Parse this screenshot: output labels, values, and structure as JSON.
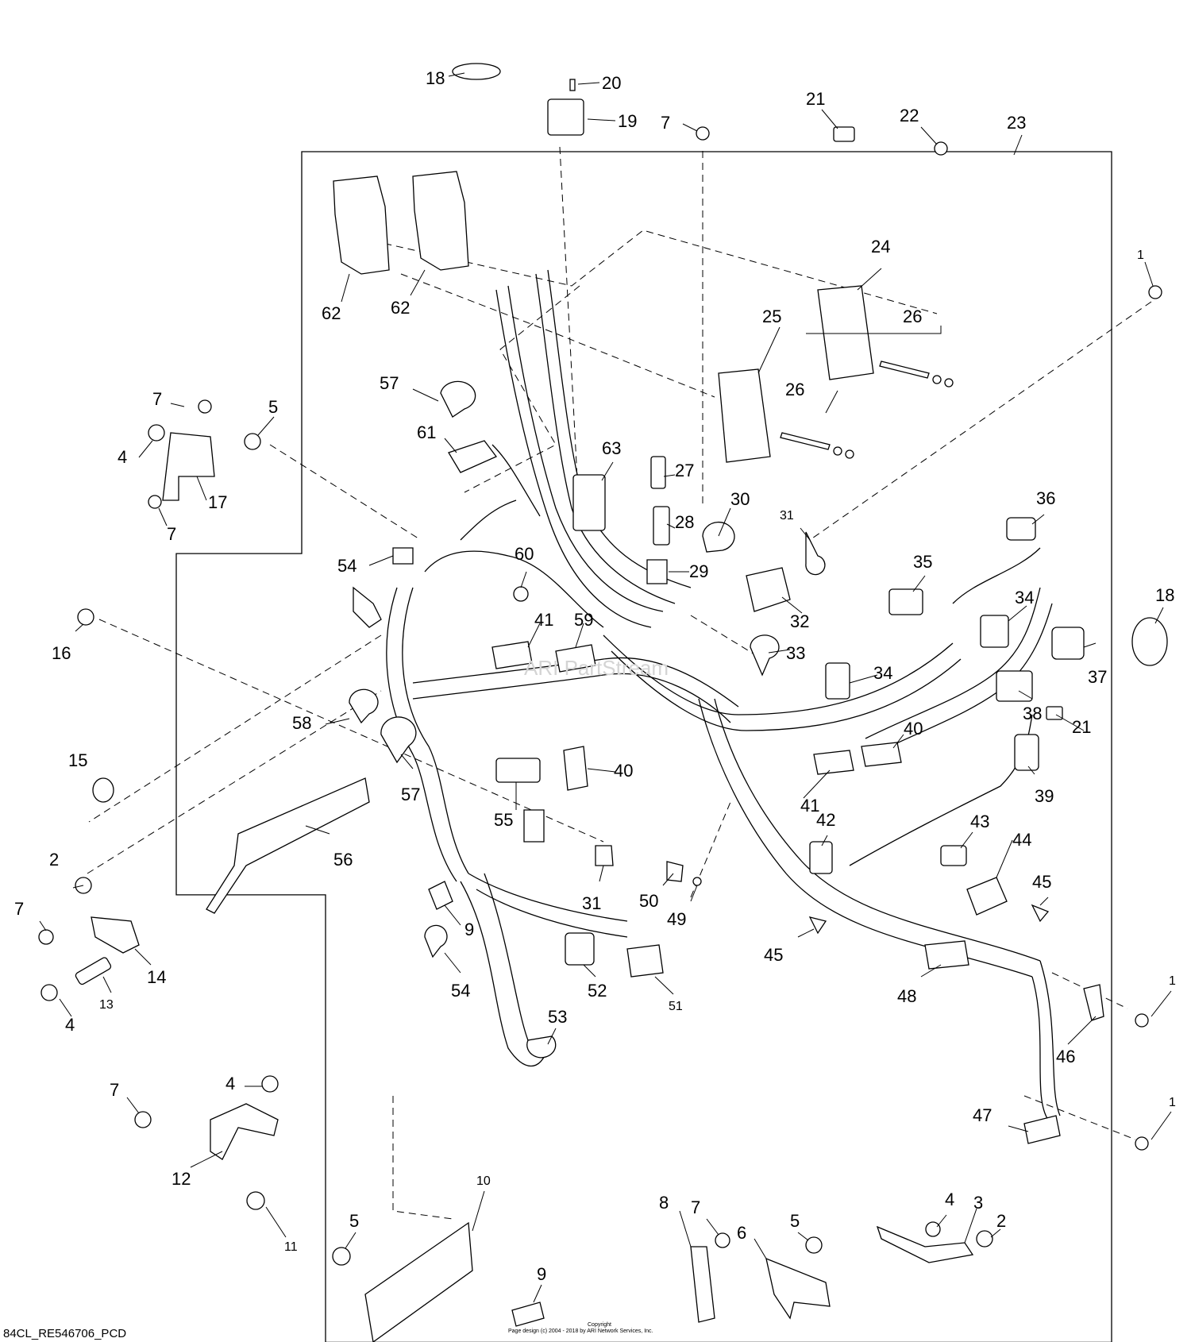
{
  "diagram": {
    "drawing_id": "84CL_RE546706_PCD",
    "copyright_title": "Copyright",
    "copyright_text": "Page design (c) 2004 - 2018 by ARI Network Services, Inc.",
    "watermark": "ARI PartStream",
    "callouts": [
      {
        "id": "c18a",
        "label": "18"
      },
      {
        "id": "c20",
        "label": "20"
      },
      {
        "id": "c19",
        "label": "19"
      },
      {
        "id": "c7a",
        "label": "7"
      },
      {
        "id": "c21a",
        "label": "21"
      },
      {
        "id": "c22",
        "label": "22"
      },
      {
        "id": "c23",
        "label": "23"
      },
      {
        "id": "c1a",
        "label": "1"
      },
      {
        "id": "c62a",
        "label": "62"
      },
      {
        "id": "c62b",
        "label": "62"
      },
      {
        "id": "c24",
        "label": "24"
      },
      {
        "id": "c25",
        "label": "25"
      },
      {
        "id": "c26a",
        "label": "26"
      },
      {
        "id": "c26b",
        "label": "26"
      },
      {
        "id": "c57a",
        "label": "57"
      },
      {
        "id": "c61",
        "label": "61"
      },
      {
        "id": "c7b",
        "label": "7"
      },
      {
        "id": "c5a",
        "label": "5"
      },
      {
        "id": "c4a",
        "label": "4"
      },
      {
        "id": "c17",
        "label": "17"
      },
      {
        "id": "c7c",
        "label": "7"
      },
      {
        "id": "c63",
        "label": "63"
      },
      {
        "id": "c27",
        "label": "27"
      },
      {
        "id": "c28",
        "label": "28"
      },
      {
        "id": "c30",
        "label": "30"
      },
      {
        "id": "c29",
        "label": "29"
      },
      {
        "id": "c31a",
        "label": "31"
      },
      {
        "id": "c36",
        "label": "36"
      },
      {
        "id": "c60",
        "label": "60"
      },
      {
        "id": "c54a",
        "label": "54"
      },
      {
        "id": "c35",
        "label": "35"
      },
      {
        "id": "c32",
        "label": "32"
      },
      {
        "id": "c34a",
        "label": "34"
      },
      {
        "id": "c18b",
        "label": "18"
      },
      {
        "id": "c16",
        "label": "16"
      },
      {
        "id": "c41a",
        "label": "41"
      },
      {
        "id": "c59",
        "label": "59"
      },
      {
        "id": "c33",
        "label": "33"
      },
      {
        "id": "c37",
        "label": "37"
      },
      {
        "id": "c34b",
        "label": "34"
      },
      {
        "id": "c38",
        "label": "38"
      },
      {
        "id": "c21b",
        "label": "21"
      },
      {
        "id": "c58",
        "label": "58"
      },
      {
        "id": "c40a",
        "label": "40"
      },
      {
        "id": "c15",
        "label": "15"
      },
      {
        "id": "c40b",
        "label": "40"
      },
      {
        "id": "c57b",
        "label": "57"
      },
      {
        "id": "c55",
        "label": "55"
      },
      {
        "id": "c41b",
        "label": "41"
      },
      {
        "id": "c42",
        "label": "42"
      },
      {
        "id": "c39",
        "label": "39"
      },
      {
        "id": "c43",
        "label": "43"
      },
      {
        "id": "c56",
        "label": "56"
      },
      {
        "id": "c44",
        "label": "44"
      },
      {
        "id": "c2a",
        "label": "2"
      },
      {
        "id": "c31b",
        "label": "31"
      },
      {
        "id": "c50",
        "label": "50"
      },
      {
        "id": "c45a",
        "label": "45"
      },
      {
        "id": "c7d",
        "label": "7"
      },
      {
        "id": "c9a",
        "label": "9"
      },
      {
        "id": "c49",
        "label": "49"
      },
      {
        "id": "c45b",
        "label": "45"
      },
      {
        "id": "c14",
        "label": "14"
      },
      {
        "id": "c13",
        "label": "13"
      },
      {
        "id": "c4b",
        "label": "4"
      },
      {
        "id": "c54b",
        "label": "54"
      },
      {
        "id": "c52",
        "label": "52"
      },
      {
        "id": "c51",
        "label": "51"
      },
      {
        "id": "c48",
        "label": "48"
      },
      {
        "id": "c1b",
        "label": "1"
      },
      {
        "id": "c53",
        "label": "53"
      },
      {
        "id": "c46",
        "label": "46"
      },
      {
        "id": "c7e",
        "label": "7"
      },
      {
        "id": "c4c",
        "label": "4"
      },
      {
        "id": "c47",
        "label": "47"
      },
      {
        "id": "c1c",
        "label": "1"
      },
      {
        "id": "c12",
        "label": "12"
      },
      {
        "id": "c10",
        "label": "10"
      },
      {
        "id": "c11",
        "label": "11"
      },
      {
        "id": "c5b",
        "label": "5"
      },
      {
        "id": "c7f",
        "label": "7"
      },
      {
        "id": "c8",
        "label": "8"
      },
      {
        "id": "c5c",
        "label": "5"
      },
      {
        "id": "c4d",
        "label": "4"
      },
      {
        "id": "c3",
        "label": "3"
      },
      {
        "id": "c6",
        "label": "6"
      },
      {
        "id": "c2b",
        "label": "2"
      },
      {
        "id": "c9b",
        "label": "9"
      }
    ]
  }
}
